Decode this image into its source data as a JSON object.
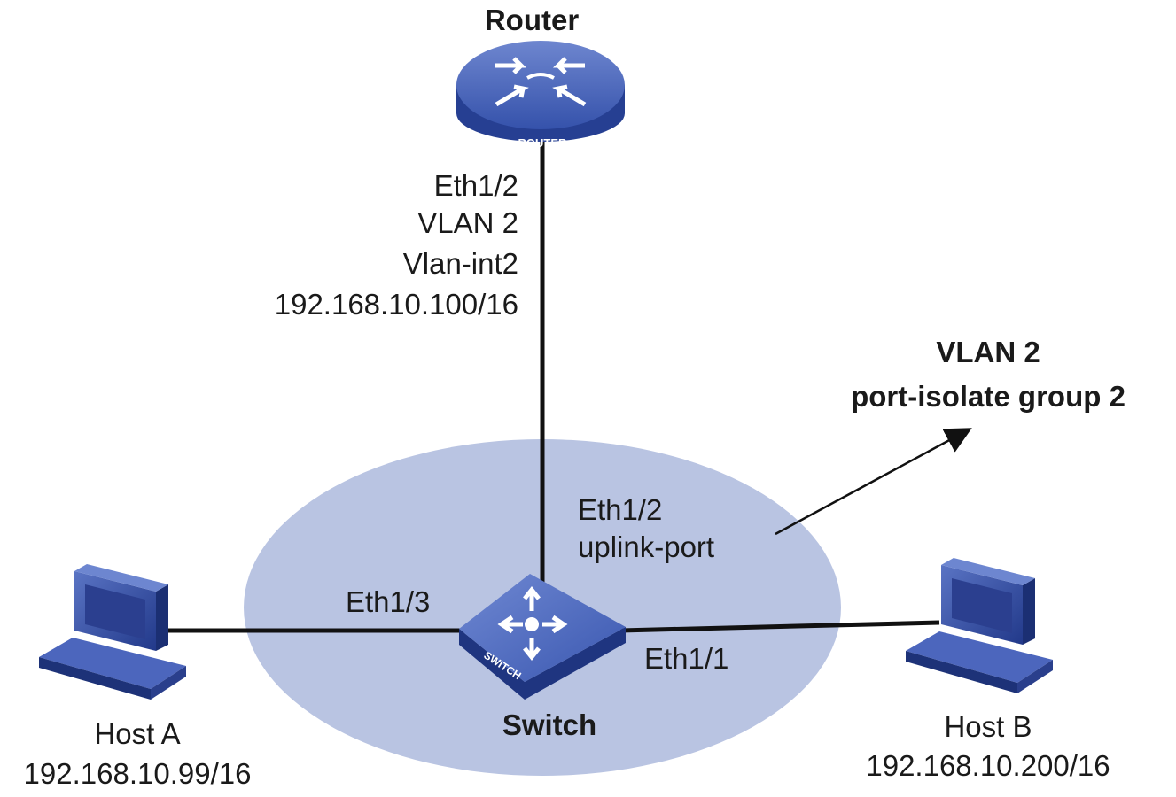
{
  "router": {
    "title": "Router",
    "badge": "ROUTER",
    "port_lines": [
      "Eth1/2",
      "VLAN 2",
      "Vlan-int2",
      "192.168.10.100/16"
    ]
  },
  "isolation_group": {
    "title": "VLAN 2",
    "subtitle": "port-isolate group 2"
  },
  "switch": {
    "title": "Switch",
    "badge": "SWITCH",
    "uplink_port": "Eth1/2",
    "uplink_role": "uplink-port",
    "port_host_a": "Eth1/3",
    "port_host_b": "Eth1/1"
  },
  "host_a": {
    "name": "Host A",
    "ip": "192.168.10.99/16"
  },
  "host_b": {
    "name": "Host B",
    "ip": "192.168.10.200/16"
  },
  "colors": {
    "group_fill": "#b9c4e2",
    "device_blue": "#2f4fa8",
    "device_dark": "#1c347a",
    "link": "#111111"
  },
  "icons": [
    "router-icon",
    "switch-icon",
    "computer-icon",
    "arrow-icon"
  ]
}
